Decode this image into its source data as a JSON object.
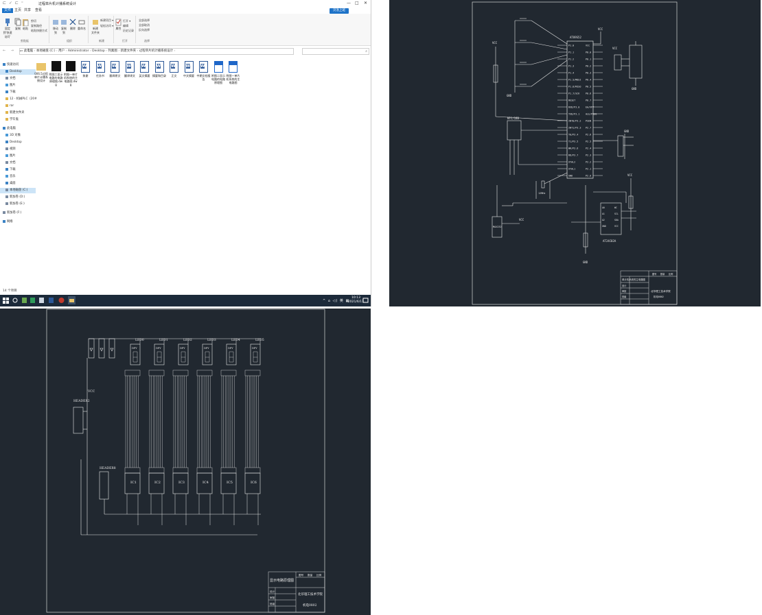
{
  "explorer": {
    "window_title": "过程单片机计播系统设计",
    "quick_access": "⊏ ✓ ⊏ ⁼",
    "controls": {
      "minimize": "—",
      "maximize": "□",
      "close": "✕"
    },
    "tabs": [
      {
        "label": "文件",
        "active": true
      },
      {
        "label": "主页",
        "active": false
      },
      {
        "label": "共享",
        "active": false
      },
      {
        "label": "查看",
        "active": false
      }
    ],
    "help_button": "贝洛上班",
    "ribbon": {
      "clipboard": {
        "label": "剪贴板",
        "pin": "固定到'快速访问'",
        "copy": "复制",
        "paste": "粘贴",
        "cut": "剪切",
        "copy_path": "复制路径",
        "paste_shortcut": "粘贴快捷方式"
      },
      "organize": {
        "label": "组织",
        "move_to": "移动到",
        "copy_to": "复制到",
        "delete": "删除",
        "rename": "重命名"
      },
      "new": {
        "label": "新建",
        "new_folder": "新建\n文件夹",
        "new_item": "新建项目 ▾",
        "easy_access": "轻松访问 ▾"
      },
      "open": {
        "label": "打开",
        "properties": "属性",
        "open_btn": "打开 ▾",
        "edit": "编辑",
        "history": "历史记录"
      },
      "select": {
        "label": "选择",
        "select_all": "全部选择",
        "select_none": "全部取消",
        "invert": "反向选择"
      }
    },
    "address": {
      "nav": "← → ⌄ ↑",
      "path": [
        "此电脑",
        "本地磁盘 (C:)",
        "用户",
        "Administrator",
        "Desktop",
        "列素图",
        "新建文件夹",
        "过程单片机计播系统设计"
      ],
      "search_placeholder": ""
    },
    "nav_pane": [
      {
        "label": "快速访问",
        "color": "#3b82c4",
        "selected": false
      },
      {
        "label": "Desktop",
        "color": "#3b82c4",
        "selected": true
      },
      {
        "label": "文档",
        "color": "#7a8aa0",
        "selected": false
      },
      {
        "label": "图片",
        "color": "#4a9ad8",
        "selected": false
      },
      {
        "label": "下载",
        "color": "#3b82c4",
        "selected": false
      },
      {
        "label": "12 - 机械PLC（20#",
        "color": "#e0b44c",
        "selected": false
      },
      {
        "label": "rar",
        "color": "#e0b44c",
        "selected": false
      },
      {
        "label": "新建文件夹",
        "color": "#e0b44c",
        "selected": false
      },
      {
        "label": "学毕鬼",
        "color": "#e0b44c",
        "selected": false
      },
      {
        "label": "此电脑",
        "color": "#3b82c4",
        "selected": false
      },
      {
        "label": "3D 对象",
        "color": "#4a9ad8",
        "selected": false
      },
      {
        "label": "Desktop",
        "color": "#3b82c4",
        "selected": false
      },
      {
        "label": "视频",
        "color": "#7a8aa0",
        "selected": false
      },
      {
        "label": "图片",
        "color": "#4a9ad8",
        "selected": false
      },
      {
        "label": "文档",
        "color": "#7a8aa0",
        "selected": false
      },
      {
        "label": "下载",
        "color": "#3b82c4",
        "selected": false
      },
      {
        "label": "音乐",
        "color": "#4a9ad8",
        "selected": false
      },
      {
        "label": "桌面",
        "color": "#3b82c4",
        "selected": false
      },
      {
        "label": "本地磁盘 (C:)",
        "color": "#7a8aa0",
        "selected": true
      },
      {
        "label": "新加卷 (D:)",
        "color": "#7a8aa0",
        "selected": false
      },
      {
        "label": "新加卷 (E:)",
        "color": "#7a8aa0",
        "selected": false
      },
      {
        "label": "新加卷 (F:)",
        "color": "#7a8aa0",
        "selected": false
      },
      {
        "label": "网络",
        "color": "#3b82c4",
        "selected": false
      }
    ],
    "files": [
      {
        "name": "006.5过程单片计播系统设计",
        "type": "folder"
      },
      {
        "name": "附图二显示电路的电路原理图.dwg",
        "type": "dwg"
      },
      {
        "name": "附图一单片机系统的主电路图.dwg",
        "type": "dwg"
      },
      {
        "name": "致谢",
        "type": "word"
      },
      {
        "name": "任务书",
        "type": "word"
      },
      {
        "name": "翻译原文",
        "type": "word"
      },
      {
        "name": "翻译译文",
        "type": "word"
      },
      {
        "name": "英文摘要",
        "type": "word"
      },
      {
        "name": "摘要和目录",
        "type": "word"
      },
      {
        "name": "正文",
        "type": "word"
      },
      {
        "name": "中文摘要",
        "type": "word"
      },
      {
        "name": "中期文档报告",
        "type": "word"
      },
      {
        "name": "附图二显示电路的电路原理图",
        "type": "dwgblue"
      },
      {
        "name": "附图一单片机系统的主电路图",
        "type": "dwgblue"
      }
    ],
    "status": "14 个项目",
    "taskbar": {
      "tray": "^ ⌂ ◁) 英 ▦",
      "time": "10:13",
      "date": "2021/6/11"
    }
  },
  "cad1": {
    "chip_label": "AT89S52",
    "vcc": "VCC",
    "gnd": "GND",
    "pins_left": [
      "P1.0",
      "P1.1",
      "P1.2",
      "P1.3",
      "P1.4",
      "P1.5/MOSI",
      "P1.6/MISO",
      "P1.7/SCK",
      "RESET",
      "RXD/P3.0",
      "TXD/P3.1",
      "INT0/P3.2",
      "INT1/P3.3",
      "T0/P3.4",
      "T1/P3.5",
      "WR/P3.6",
      "RD/P3.7",
      "XTAL2",
      "XTAL1",
      "GND"
    ],
    "pins_right": [
      "VCC",
      "P0.0",
      "P0.1",
      "P0.2",
      "P0.3",
      "P0.4",
      "P0.5",
      "P0.6",
      "P0.7",
      "EA/VPP",
      "ALE/PROG",
      "PSEN",
      "P2.7",
      "P2.6",
      "P2.5",
      "P2.4",
      "P2.3",
      "P2.2",
      "P2.1",
      "P2.0"
    ],
    "ic2_label": "AT24C02A",
    "ic2_pins": [
      "WC",
      "SCL",
      "SDA",
      "VCC",
      "A0",
      "A1",
      "A2",
      "GND"
    ],
    "sensor_label": "NTC/18B",
    "port_label": "MAX232",
    "crystal": "12MHz",
    "title_block": {
      "name": "单片机系统的主电路图",
      "school": "北华理工技术学院",
      "class": "机电0802",
      "rows": [
        "设计",
        "审核",
        "班级"
      ],
      "cols": [
        "图号",
        "数量",
        "比例"
      ]
    }
  },
  "cad2": {
    "digit_labels": [
      "LED0",
      "LED1",
      "LED2",
      "LED3",
      "LED4",
      "LED5"
    ],
    "dp": "DPY",
    "ic_labels": [
      "IC1",
      "IC2",
      "IC3",
      "IC4",
      "IC5",
      "IC6"
    ],
    "header_label": "HEADER2",
    "header2_label": "HEADER8",
    "vcc": "VCC",
    "title_block": {
      "name": "显示电路原理图",
      "school": "北华理工技术学院",
      "class": "机电0802",
      "rows": [
        "设计",
        "审核",
        "班级"
      ],
      "cols": [
        "图号",
        "数量",
        "比例"
      ]
    }
  }
}
